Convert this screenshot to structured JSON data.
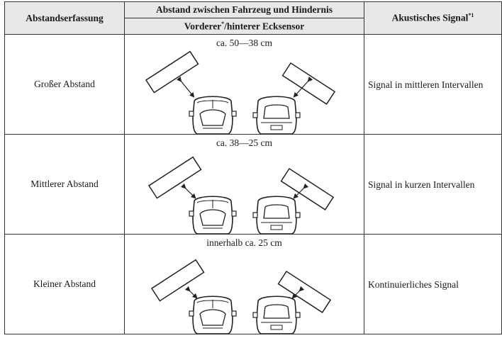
{
  "header": {
    "col1": "Abstandserfassung",
    "col2_top": "Abstand zwischen Fahrzeug und Hindernis",
    "col2_sub_main": "Vorderer",
    "col2_sub_sup": "*",
    "col2_sub_rest": "/hinterer Ecksensor",
    "col3_main": "Akustisches Signal",
    "col3_sup": "*1"
  },
  "rows": [
    {
      "label": "Großer Abstand",
      "distance": "ca. 50—38 cm",
      "signal": "Signal in mittleren Intervallen"
    },
    {
      "label": "Mittlerer Abstand",
      "distance": "ca. 38—25 cm",
      "signal": "Signal in kurzen Intervallen"
    },
    {
      "label": "Kleiner Abstand",
      "distance": "innerhalb ca. 25 cm",
      "signal": "Kontinuierliches Signal"
    }
  ]
}
